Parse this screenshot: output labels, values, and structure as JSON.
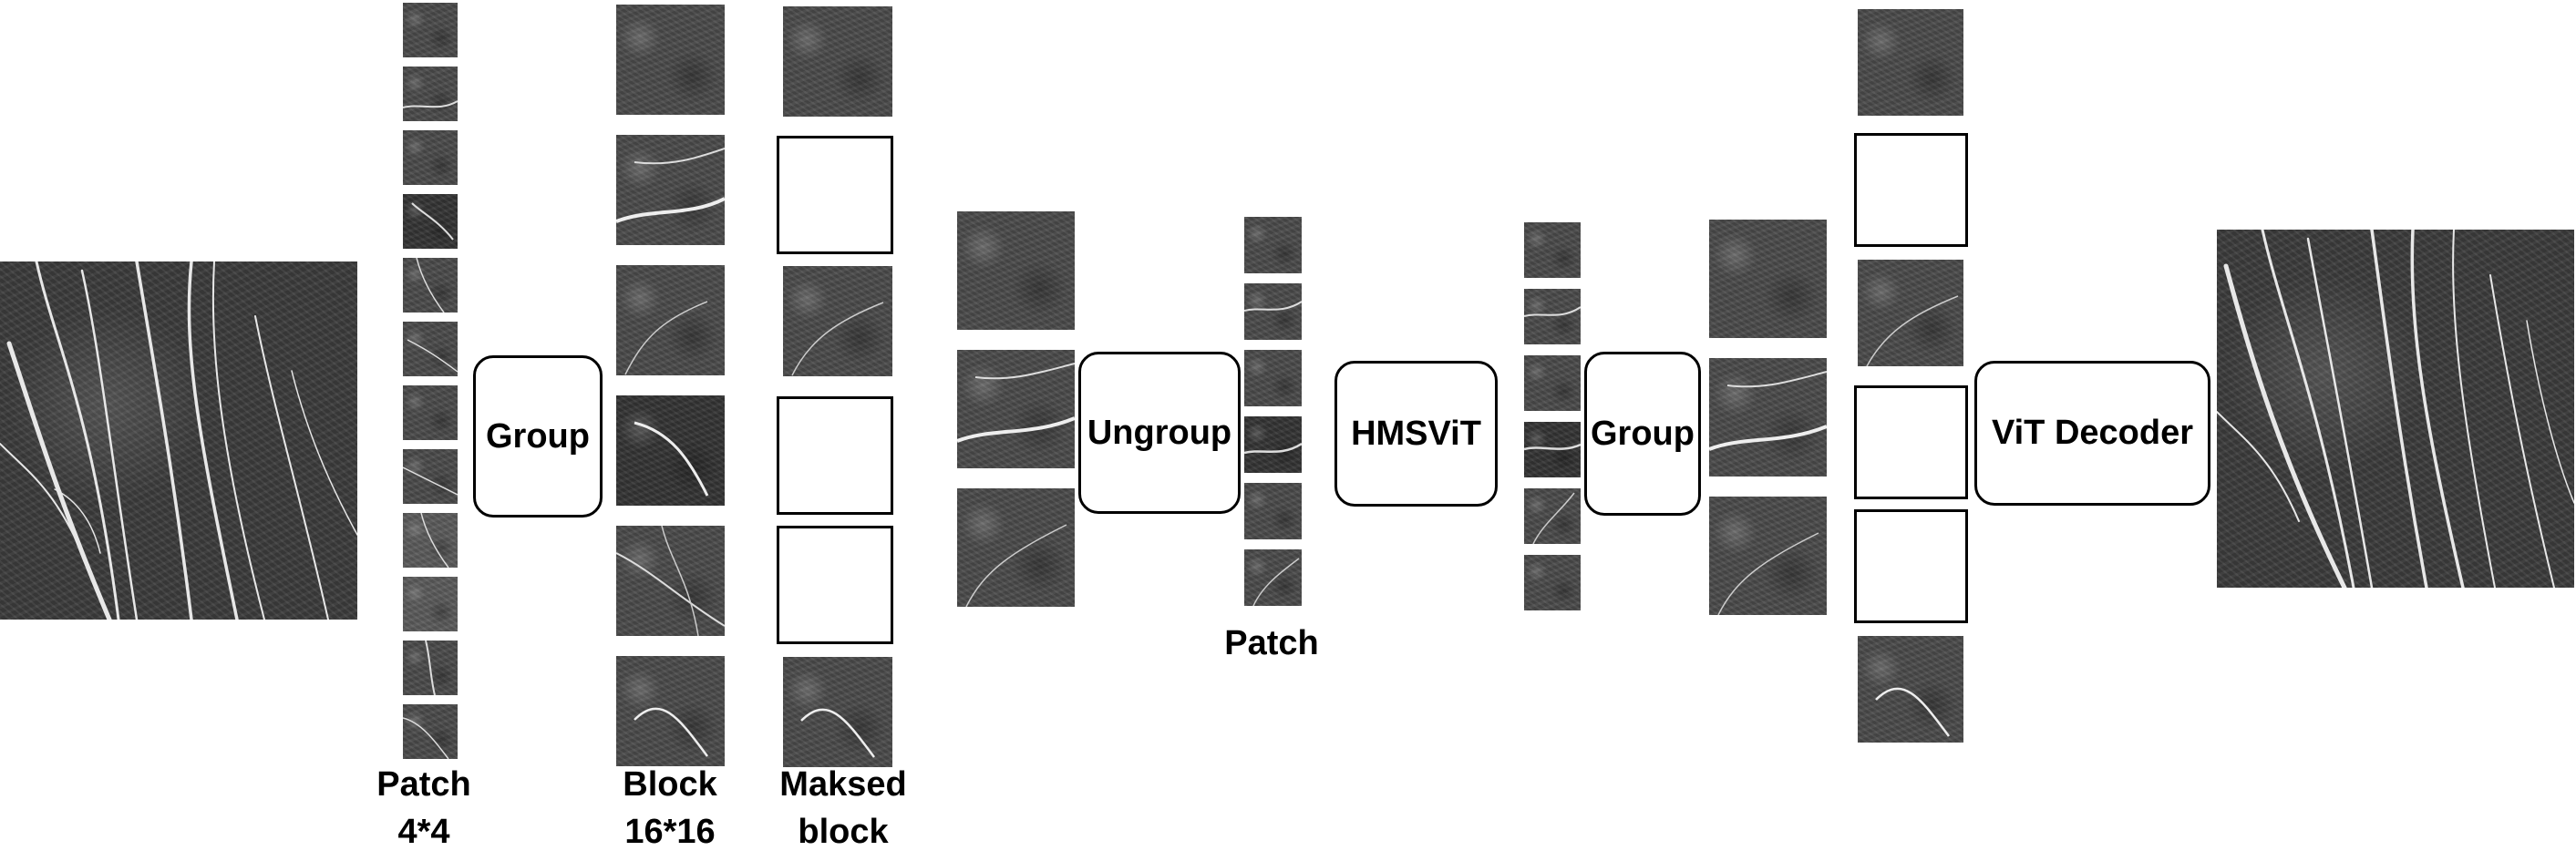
{
  "operations": {
    "group_1": "Group",
    "ungroup": "Ungroup",
    "encoder": "HMSViT",
    "group_2": "Group",
    "decoder": "ViT Decoder"
  },
  "labels": {
    "patch_line1": "Patch",
    "patch_line2": "4*4",
    "block_line1": "Block",
    "block_line2": "16*16",
    "masked_line1": "Maksed",
    "masked_line2": "block",
    "patch_mid": "Patch"
  }
}
